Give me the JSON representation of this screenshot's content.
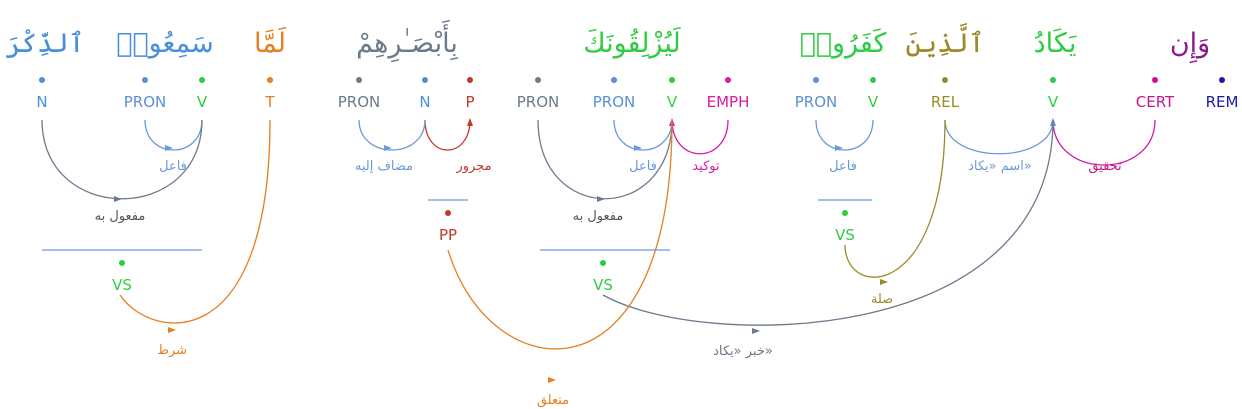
{
  "colors": {
    "v": "#2ecc40",
    "n": "#4a90d9",
    "pron": "#5b8fd6",
    "pron_dark": "#6c7a8c",
    "t": "#e67e22",
    "p": "#c0392b",
    "emph": "#d81b9f",
    "rel": "#9a8a2a",
    "cert": "#c71585",
    "rem": "#1a1aa6",
    "arc_grey": "#6c7a8c",
    "arc_blue": "#6a9ad8",
    "arc_orange": "#e67e22",
    "arc_red": "#c0392b",
    "arc_magenta": "#d81b9f",
    "arc_olive": "#9a8a2a"
  },
  "words": [
    {
      "text": "وَإِن",
      "color": "#8b1a8b"
    },
    {
      "text": "يَكَادُ",
      "color": "#2ecc40"
    },
    {
      "text": "ٱلَّذِينَ",
      "color": "#9a8a2a"
    },
    {
      "text": "كَفَرُوا۟",
      "color": "#2ecc40"
    },
    {
      "text": "لَيُزْلِقُونَكَ",
      "color": "#2ecc40"
    },
    {
      "text": "بِأَبْصَـٰرِهِمْ",
      "color": "#6c7a8c"
    },
    {
      "text": "لَمَّا",
      "color": "#e67e22"
    },
    {
      "text": "سَمِعُوا۟",
      "color": "#4a90d9"
    },
    {
      "text": "ٱلذِّكْرَ",
      "color": "#4a90d9"
    }
  ],
  "tags": [
    {
      "id": "rem",
      "text": "REM",
      "color": "#1a1aa6"
    },
    {
      "id": "cert",
      "text": "CERT",
      "color": "#c71585"
    },
    {
      "id": "v1",
      "text": "V",
      "color": "#2ecc40"
    },
    {
      "id": "rel",
      "text": "REL",
      "color": "#9a8a2a"
    },
    {
      "id": "v2",
      "text": "V",
      "color": "#2ecc40"
    },
    {
      "id": "pron2",
      "text": "PRON",
      "color": "#5b8fd6"
    },
    {
      "id": "emph",
      "text": "EMPH",
      "color": "#d81b9f"
    },
    {
      "id": "v3",
      "text": "V",
      "color": "#2ecc40"
    },
    {
      "id": "pron3a",
      "text": "PRON",
      "color": "#5b8fd6"
    },
    {
      "id": "pron3b",
      "text": "PRON",
      "color": "#6c7a8c"
    },
    {
      "id": "p",
      "text": "P",
      "color": "#c0392b"
    },
    {
      "id": "n1",
      "text": "N",
      "color": "#4a90d9"
    },
    {
      "id": "pron4",
      "text": "PRON",
      "color": "#6c7a8c"
    },
    {
      "id": "t",
      "text": "T",
      "color": "#e67e22"
    },
    {
      "id": "v4",
      "text": "V",
      "color": "#2ecc40"
    },
    {
      "id": "pron5",
      "text": "PRON",
      "color": "#5b8fd6"
    },
    {
      "id": "n2",
      "text": "N",
      "color": "#4a90d9"
    }
  ],
  "phrase_nodes": [
    {
      "id": "vs1",
      "text": "VS",
      "color": "#2ecc40"
    },
    {
      "id": "vs2",
      "text": "VS",
      "color": "#2ecc40"
    },
    {
      "id": "pp",
      "text": "PP",
      "color": "#c0392b"
    },
    {
      "id": "vs3",
      "text": "VS",
      "color": "#2ecc40"
    }
  ],
  "relations": [
    {
      "id": "tahqiq",
      "text": "تحقيق",
      "color": "#c71585"
    },
    {
      "id": "ism",
      "text": "اسم «يكاد»",
      "color": "#6a9ad8"
    },
    {
      "id": "fail1",
      "text": "فاعل",
      "color": "#6a9ad8"
    },
    {
      "id": "tawkid",
      "text": "توكيد",
      "color": "#d81b9f"
    },
    {
      "id": "fail2",
      "text": "فاعل",
      "color": "#6a9ad8"
    },
    {
      "id": "mafool1",
      "text": "مفعول به",
      "color": "#555555"
    },
    {
      "id": "majrur",
      "text": "مجرور",
      "color": "#c0392b"
    },
    {
      "id": "mudaf",
      "text": "مضاف إليه",
      "color": "#6a9ad8"
    },
    {
      "id": "fail3",
      "text": "فاعل",
      "color": "#6a9ad8"
    },
    {
      "id": "mafool2",
      "text": "مفعول به",
      "color": "#555555"
    },
    {
      "id": "sila",
      "text": "صلة",
      "color": "#9a8a2a"
    },
    {
      "id": "shart",
      "text": "شرط",
      "color": "#e67e22"
    },
    {
      "id": "khabar",
      "text": "خبر «يكاد»",
      "color": "#6c7a8c"
    },
    {
      "id": "mutaallaq",
      "text": "متعلق",
      "color": "#e67e22"
    }
  ]
}
